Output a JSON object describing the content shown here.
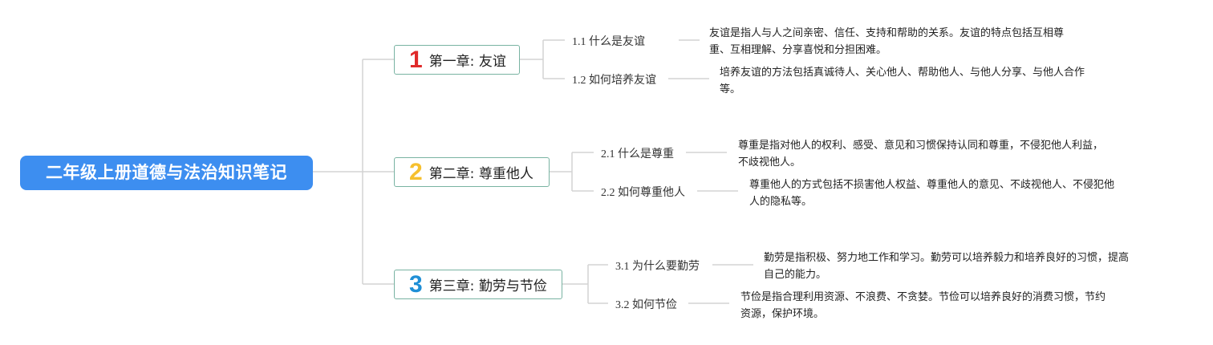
{
  "root": {
    "title": "二年级上册道德与法治知识笔记"
  },
  "chapters": [
    {
      "number": "1",
      "number_color": "#e02a2a",
      "title": "第一章: 友谊",
      "topics": [
        {
          "label": "1.1 什么是友谊",
          "text": "友谊是指人与人之间亲密、信任、支持和帮助的关系。友谊的特点包括互相尊\n重、互相理解、分享喜悦和分担困难。"
        },
        {
          "label": "1.2 如何培养友谊",
          "text": "培养友谊的方法包括真诚待人、关心他人、帮助他人、与他人分享、与他人合作\n等。"
        }
      ]
    },
    {
      "number": "2",
      "number_color": "#f6c02e",
      "title": "第二章: 尊重他人",
      "topics": [
        {
          "label": "2.1 什么是尊重",
          "text": "尊重是指对他人的权利、感受、意见和习惯保持认同和尊重，不侵犯他人利益，\n不歧视他人。"
        },
        {
          "label": "2.2 如何尊重他人",
          "text": "尊重他人的方式包括不损害他人权益、尊重他人的意见、不歧视他人、不侵犯他\n人的隐私等。"
        }
      ]
    },
    {
      "number": "3",
      "number_color": "#1f8fd6",
      "title": "第三章: 勤劳与节俭",
      "topics": [
        {
          "label": "3.1 为什么要勤劳",
          "text": "勤劳是指积极、努力地工作和学习。勤劳可以培养毅力和培养良好的习惯，提高\n自己的能力。"
        },
        {
          "label": "3.2 如何节俭",
          "text": "节俭是指合理利用资源、不浪费、不贪婪。节俭可以培养良好的消费习惯，节约\n资源，保护环境。"
        }
      ]
    }
  ],
  "colors": {
    "root_bg": "#3d8ef0",
    "chapter_border": "#79b3a2",
    "connector": "#d4d4d4"
  }
}
